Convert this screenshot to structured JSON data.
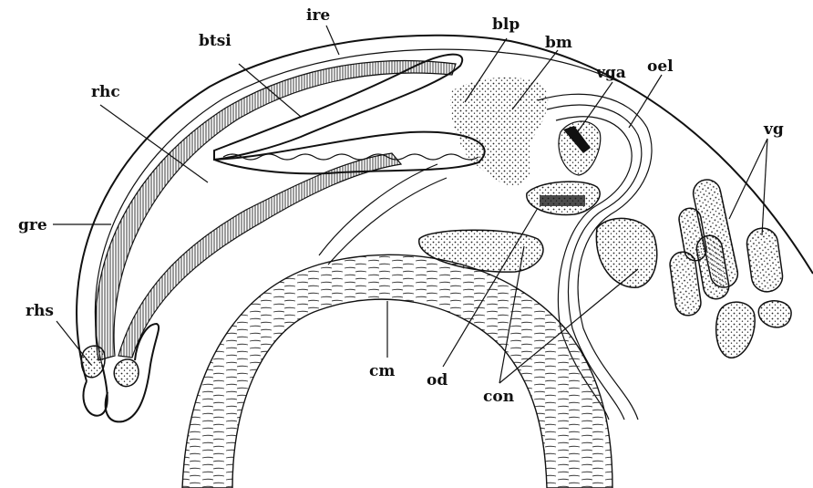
{
  "labels": {
    "ire": "ire",
    "btsi": "btsi",
    "blp": "blp",
    "bm": "bm",
    "vga": "vga",
    "oel": "oel",
    "vg": "vg",
    "rhc": "rhc",
    "gre": "gre",
    "rhs": "rhs",
    "cm": "cm",
    "od": "od",
    "con": "con"
  }
}
